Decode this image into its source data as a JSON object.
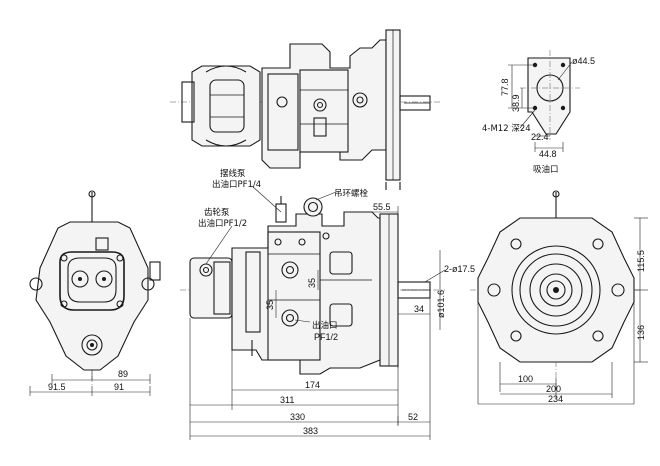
{
  "labels": {
    "swash_outlet_name": "摆线泵",
    "swash_outlet_port": "出油口PF1/4",
    "gear_outlet_name": "齿轮泵",
    "gear_outlet_port": "出油口PF1/2",
    "lift_bolt": "吊环螺栓",
    "main_outlet": "出油口",
    "main_outlet_port": "PF1/2",
    "suction": "吸油口",
    "bolt_spec": "4-M12 深24"
  },
  "dimensions": {
    "d_44_5": "ø44.5",
    "d_77_8": "77.8",
    "d_38_9": "38.9",
    "d_22_4": "22.4",
    "d_44_8": "44.8",
    "d_55_5": "55.5",
    "d_2_17_5": "2-ø17.5",
    "d_101_6": "ø101.6",
    "d_35a": "35",
    "d_35b": "35",
    "d_34": "34",
    "d_115_5": "115.5",
    "d_136": "136",
    "d_91_5": "91.5",
    "d_91": "91",
    "d_89": "89",
    "d_174": "174",
    "d_311": "311",
    "d_330": "330",
    "d_52": "52",
    "d_383": "383",
    "d_100": "100",
    "d_200": "200",
    "d_234": "234"
  }
}
